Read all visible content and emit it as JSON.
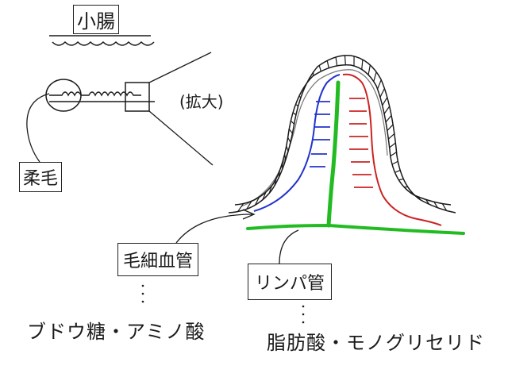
{
  "labels": {
    "title": "小腸",
    "magnify": "(拡大)",
    "villus": "柔毛",
    "capillary": "毛細血管",
    "lymph_vessel": "リンパ管",
    "capillary_absorbs": "ブドウ糖・アミノ酸",
    "lymph_absorbs": "脂肪酸・モノグリセリド"
  },
  "colors": {
    "ink": "#1a1a1a",
    "capillary_vein": "#2233cc",
    "capillary_artery": "#cc2222",
    "lymph": "#22bb22"
  },
  "lines": {
    "villus_pointer": "柔毛",
    "capillary_dotted": "ブドウ糖・アミノ酸",
    "lymph_dotted": "脂肪酸・モノグリセリド"
  }
}
